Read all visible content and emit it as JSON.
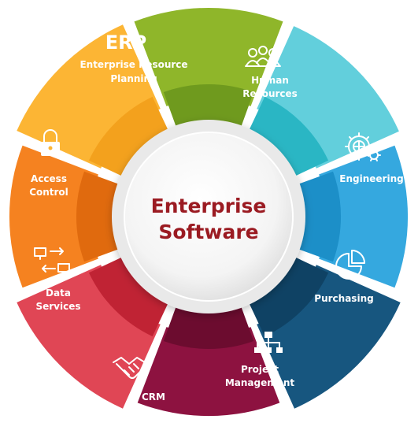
{
  "center": {
    "line1": "Enterprise",
    "line2": "Software",
    "color": "#9b1b22"
  },
  "segments": [
    {
      "key": "erp",
      "title": "ERP",
      "lines": [
        "Enterprise Resource",
        "Planning"
      ],
      "icon": "none",
      "color": "#8fb62a",
      "inner": "#6f9a1e"
    },
    {
      "key": "hr",
      "lines": [
        "Human",
        "Resources"
      ],
      "icon": "people-icon",
      "color": "#62cfdc",
      "inner": "#2ab6c4"
    },
    {
      "key": "eng",
      "lines": [
        "Engineering"
      ],
      "icon": "gears-globe-icon",
      "color": "#35a8df",
      "inner": "#1c8fc8"
    },
    {
      "key": "pur",
      "lines": [
        "Purchasing"
      ],
      "icon": "pie-chart-icon",
      "color": "#17567f",
      "inner": "#0f4264"
    },
    {
      "key": "pm",
      "lines": [
        "Project",
        "Management"
      ],
      "icon": "org-chart-icon",
      "color": "#8d1240",
      "inner": "#6c0c2f"
    },
    {
      "key": "crm",
      "lines": [
        "CRM"
      ],
      "icon": "handshake-icon",
      "color": "#e04655",
      "inner": "#c02334"
    },
    {
      "key": "ds",
      "lines": [
        "Data",
        "Services"
      ],
      "icon": "data-transfer-icon",
      "color": "#f58220",
      "inner": "#e06a0e"
    },
    {
      "key": "ac",
      "lines": [
        "Access",
        "Control"
      ],
      "icon": "lock-icon",
      "color": "#fcb534",
      "inner": "#f3a11d"
    }
  ]
}
